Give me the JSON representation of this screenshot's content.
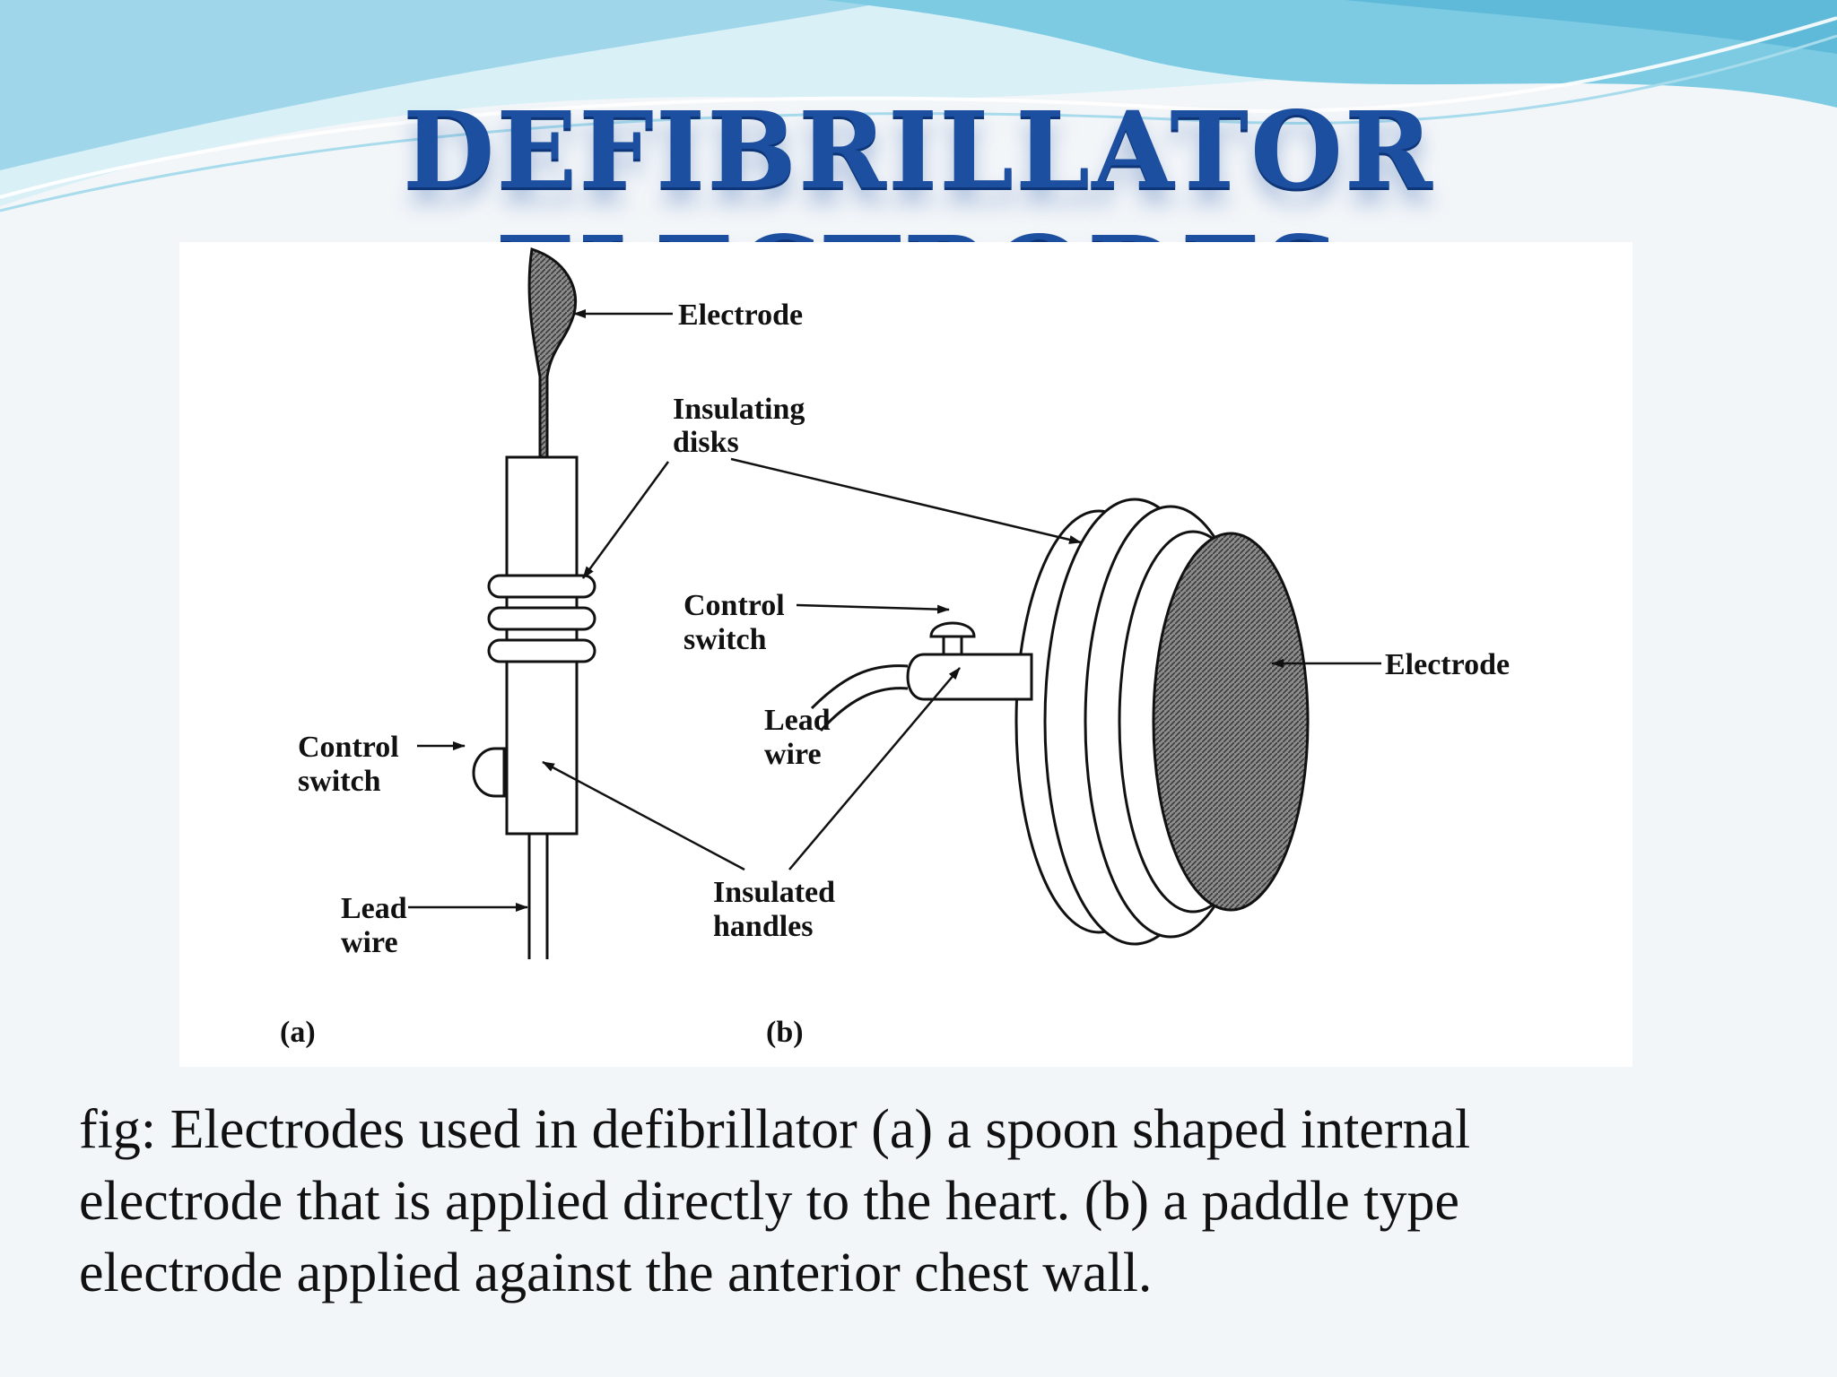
{
  "slide": {
    "title": "DEFIBRILLATOR ELECTRODES"
  },
  "figure": {
    "labels": {
      "a_electrode": "Electrode",
      "a_insulating_1": "Insulating",
      "a_insulating_2": "disks",
      "a_control_1": "Control",
      "a_control_2": "switch",
      "a_lead_1": "Lead",
      "a_lead_2": "wire",
      "b_control_1": "Control",
      "b_control_2": "switch",
      "b_lead_1": "Lead",
      "b_lead_2": "wire",
      "b_electrode": "Electrode",
      "handles_1": "Insulated",
      "handles_2": "handles",
      "panel_a": "(a)",
      "panel_b": "(b)"
    }
  },
  "caption": {
    "line1": "fig: Electrodes used in defibrillator  (a) a spoon shaped internal",
    "line2": "electrode that is applied directly to the heart. (b) a paddle type",
    "line3": "electrode applied against the anterior chest wall."
  },
  "colors": {
    "title": "#1c4fa0",
    "wave_light": "#bfe6f2",
    "wave_dark": "#6fc3df"
  }
}
